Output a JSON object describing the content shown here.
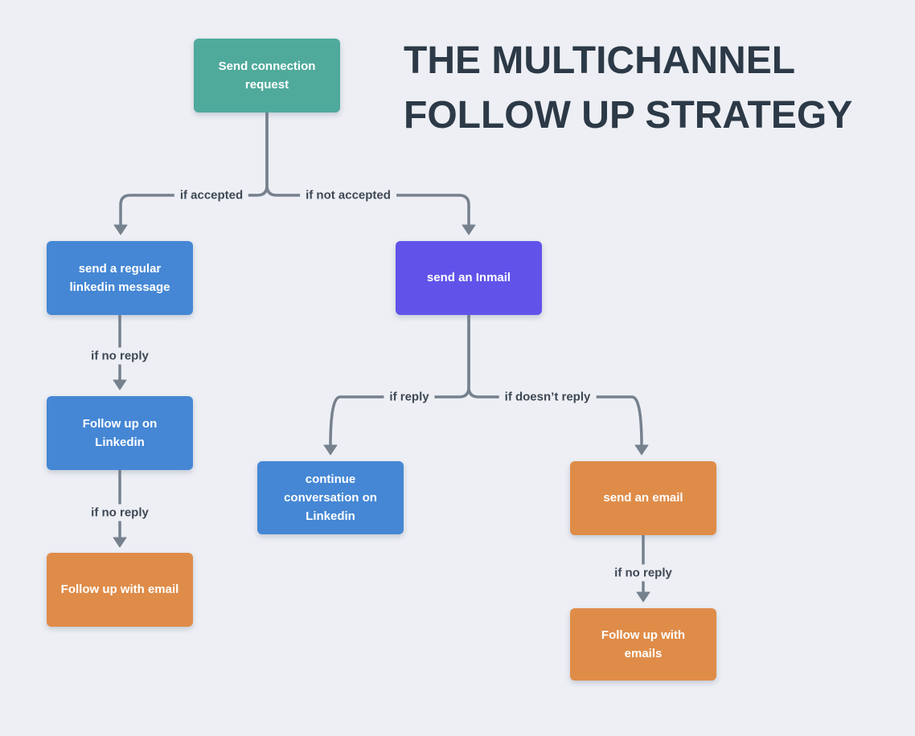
{
  "title": {
    "line1": "THE MULTICHANNEL",
    "line2": "FOLLOW UP STRATEGY"
  },
  "nodes": {
    "connection_request": "Send connection request",
    "regular_message": "send a regular linkedin message",
    "inmail": "send an Inmail",
    "follow_up_linkedin": "Follow up on Linkedin",
    "follow_up_email": "Follow up with email",
    "continue_conversation": "continue conversation on Linkedin",
    "send_email": "send an email",
    "follow_up_emails": "Follow up with emails"
  },
  "edge_labels": {
    "if_accepted": "if accepted",
    "if_not_accepted": "if not accepted",
    "if_no_reply_1": "if no reply",
    "if_no_reply_2": "if no reply",
    "if_reply": "if reply",
    "if_doesnt_reply": "if doesn’t reply",
    "if_no_reply_3": "if no reply"
  },
  "colors": {
    "background": "#edeff4",
    "title_text": "#2c3947",
    "connector": "#76818e",
    "edge_label_text": "#3e4855",
    "node_text": "#ffffff",
    "node_teal": "#4faa9c",
    "node_blue": "#4587d4",
    "node_purple": "#6153e9",
    "node_orange": "#df8c49"
  }
}
